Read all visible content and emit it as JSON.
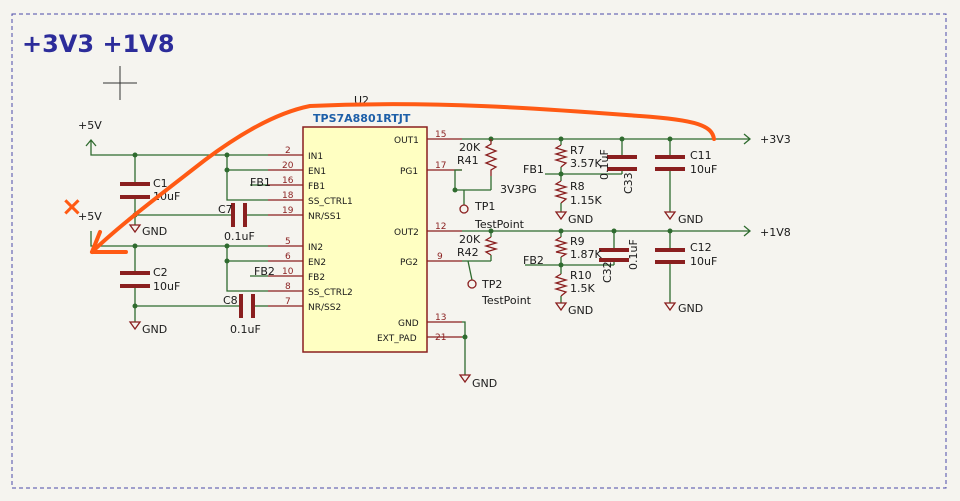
{
  "sheet": {
    "title": "+3V3 +1V8",
    "border_color": "#4a4aa8",
    "annotation_color": "#ff5a14",
    "annotation_mark": "×"
  },
  "ic": {
    "ref": "U2",
    "value": "TPS7A8801RTJT",
    "left_pins": [
      {
        "num": "2",
        "name": "IN1"
      },
      {
        "num": "20",
        "name": "EN1"
      },
      {
        "num": "16",
        "name": "FB1"
      },
      {
        "num": "18",
        "name": "SS_CTRL1"
      },
      {
        "num": "19",
        "name": "NR/SS1"
      },
      {
        "num": "5",
        "name": "IN2"
      },
      {
        "num": "6",
        "name": "EN2"
      },
      {
        "num": "10",
        "name": "FB2"
      },
      {
        "num": "8",
        "name": "SS_CTRL2"
      },
      {
        "num": "7",
        "name": "NR/SS2"
      }
    ],
    "right_pins": [
      {
        "num": "15",
        "name": "OUT1"
      },
      {
        "num": "17",
        "name": "PG1"
      },
      {
        "num": "12",
        "name": "OUT2"
      },
      {
        "num": "9",
        "name": "PG2"
      },
      {
        "num": "13",
        "name": "GND"
      },
      {
        "num": "21",
        "name": "EXT_PAD"
      }
    ]
  },
  "power": {
    "in1": "+5V",
    "in2": "+5V",
    "out1": "+3V3",
    "out2": "+1V8",
    "gnd": "GND"
  },
  "nets": {
    "fb1": "FB1",
    "fb2": "FB2",
    "pg1": "3V3PG"
  },
  "parts": {
    "c1": {
      "ref": "C1",
      "value": "10uF"
    },
    "c2": {
      "ref": "C2",
      "value": "10uF"
    },
    "c7": {
      "ref": "C7",
      "value": "0.1uF"
    },
    "c8": {
      "ref": "C8",
      "value": "0.1uF"
    },
    "r41": {
      "ref": "R41",
      "value": "20K"
    },
    "r42": {
      "ref": "R42",
      "value": "20K"
    },
    "tp1": {
      "ref": "TP1",
      "value": "TestPoint"
    },
    "tp2": {
      "ref": "TP2",
      "value": "TestPoint"
    },
    "r7": {
      "ref": "R7",
      "value": "3.57K"
    },
    "r8": {
      "ref": "R8",
      "value": "1.15K"
    },
    "r9": {
      "ref": "R9",
      "value": "1.87K"
    },
    "r10": {
      "ref": "R10",
      "value": "1.5K"
    },
    "c33": {
      "ref": "C33",
      "value": "0.1uF"
    },
    "c32": {
      "ref": "C32",
      "value": "0.1uF"
    },
    "c11": {
      "ref": "C11",
      "value": "10uF"
    },
    "c12": {
      "ref": "C12",
      "value": "10uF"
    }
  }
}
